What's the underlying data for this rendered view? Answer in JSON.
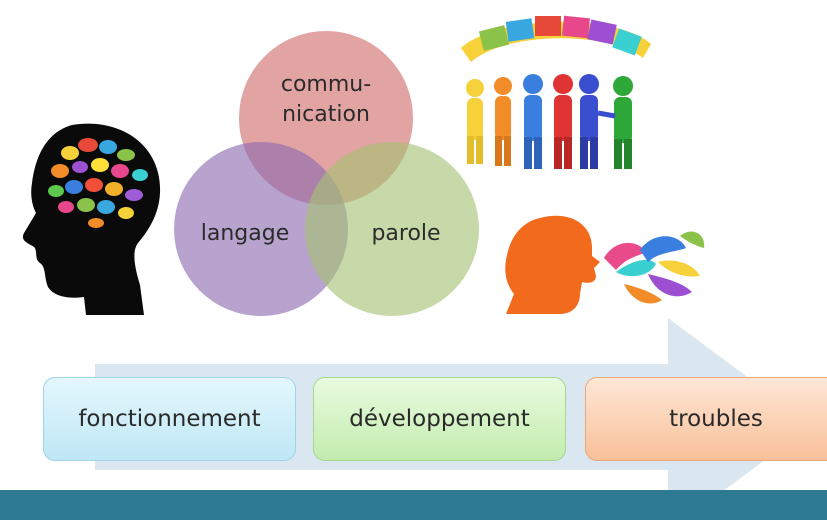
{
  "venn": {
    "top_line1": "commu-",
    "top_line2": "nication",
    "left": "langage",
    "right": "parole",
    "colors": {
      "top": "#d06a6a",
      "left": "#8a6ab0",
      "right": "#a4c273"
    }
  },
  "timeline": {
    "step1": "fonctionnement",
    "step2": "développement",
    "step3": "troubles",
    "arrow_color": "#d8e6ef"
  },
  "illustrations": {
    "head_icon": "brain-head-icon",
    "people_icon": "puzzle-people-icon",
    "speaker_icon": "speaking-head-icon"
  },
  "band_color": "#2e7a92"
}
